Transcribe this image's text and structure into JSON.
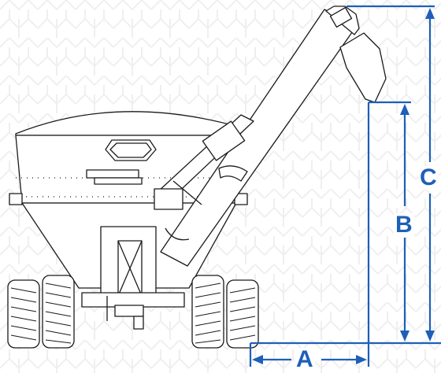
{
  "colors": {
    "dimension": "#1e5fb8",
    "outline": "#1a1a1a",
    "pattern": "#efefef"
  },
  "dimensions": {
    "a": "A",
    "b": "B",
    "c": "C"
  }
}
